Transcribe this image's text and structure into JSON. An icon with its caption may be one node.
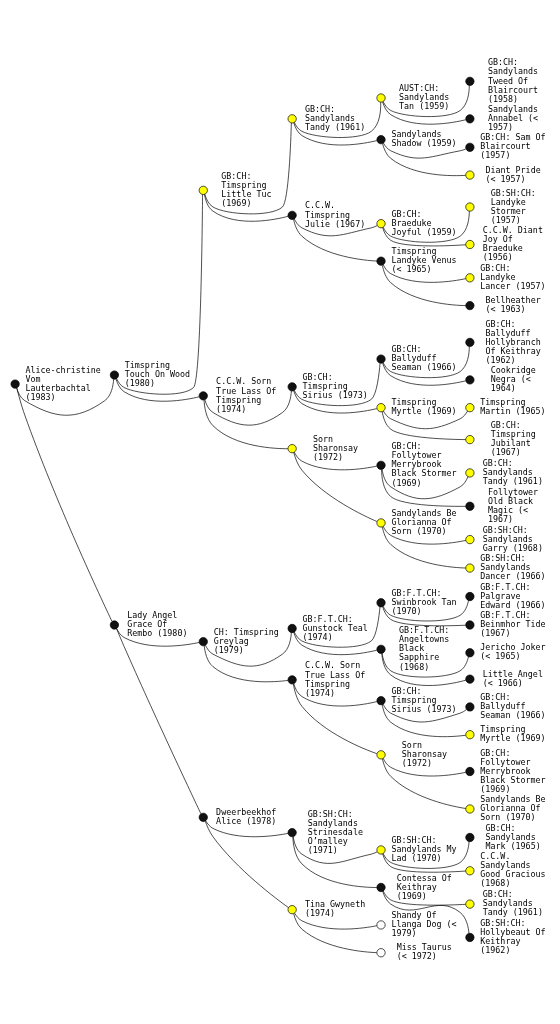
{
  "diagram": {
    "nodes": [
      {
        "text": [],
        "shape": "circle",
        "beside": [
          "GB:CH: Sandylands Tweed Of Blaircourt (1958)"
        ]
      },
      {
        "text": [],
        "shape": "circle",
        "beside": [
          "AUST:CH: Sandylands Tan (1959)"
        ]
      },
      {
        "text": [],
        "shape": "circle",
        "beside": [
          "Sandylands Annabel (< 1957)"
        ]
      },
      {
        "text": [],
        "shape": "circle",
        "beside": [
          "GB:CH: Sandylands Tandy (1961)"
        ]
      },
      {
        "text": [],
        "shape": "circle",
        "beside": [
          "GB:CH: Sam Of Blaircourt (1957)"
        ]
      },
      {
        "text": [],
        "shape": "circle",
        "beside": [
          "Sandylands Shadow (1959)"
        ]
      },
      {
        "text": [],
        "shape": "circle",
        "beside": [
          "Diant Pride (< 1957)"
        ]
      },
      {
        "text": [],
        "shape": "circle",
        "beside": [
          "GB:CH: Timspring Little Tuc (1969)"
        ]
      },
      {
        "text": [],
        "shape": "circle",
        "beside": [
          "GB:SH:CH: Landyke Stormer (1957)"
        ]
      },
      {
        "text": [],
        "shape": "circle",
        "beside": [
          "GB:CH: Braeduke Joyful (1959)"
        ]
      },
      {
        "text": [],
        "shape": "circle",
        "beside": [
          "C.C.W. Diant Joy Of Braeduke (1956)"
        ]
      },
      {
        "text": [],
        "shape": "circle",
        "beside": [
          "C.C.W. Timspring Julie (1967)"
        ]
      },
      {
        "text": [],
        "shape": "circle",
        "beside": [
          "GB:CH: Landyke Lancer (1957)"
        ]
      },
      {
        "text": [],
        "shape": "circle",
        "beside": [
          "Timspring Landyke Venus (< 1965)"
        ]
      },
      {
        "text": [],
        "shape": "circle",
        "beside": [
          "Bellheather (< 1963)"
        ]
      },
      {
        "text": [],
        "shape": "circle",
        "beside": [
          "Timspring Touch On Wood (1980)"
        ]
      },
      {
        "text": [],
        "shape": "circle",
        "beside": [
          "GB:CH: Ballyduff Hollybranch Of Keithray (1962)"
        ]
      },
      {
        "text": [],
        "shape": "circle",
        "beside": [
          "GB:CH: Ballyduff Seaman (1966)"
        ]
      },
      {
        "text": [],
        "shape": "circle",
        "beside": [
          "Cookridge Negra (< 1964)"
        ]
      },
      {
        "text": [],
        "shape": "circle",
        "beside": [
          "GB:CH: Timspring Sirius (1973)"
        ]
      },
      {
        "text": [],
        "shape": "circle",
        "beside": [
          "Timspring Martin (1965)"
        ]
      },
      {
        "text": [],
        "shape": "circle",
        "beside": [
          "Timspring Myrtle (1969)"
        ]
      },
      {
        "text": [],
        "shape": "circle",
        "beside": [
          "GB:CH: Timspring Jubilant (1967)"
        ]
      },
      {
        "text": [],
        "shape": "circle",
        "beside": [
          "C.C.W. Sorn True Lass Of Timspring (1974)"
        ]
      },
      {
        "text": [],
        "shape": "circle",
        "beside": [
          "GB:CH: Sandylands Tandy (1961)"
        ]
      },
      {
        "text": [],
        "shape": "circle",
        "beside": [
          "GB:CH: Follytower Merrybrook Black Stormer (1969)"
        ]
      },
      {
        "text": [],
        "shape": "circle",
        "beside": [
          "Follytower Old Black Magic (< 1967)"
        ]
      },
      {
        "text": [],
        "shape": "circle",
        "beside": [
          "Sorn Sharonsay (1972)"
        ]
      },
      {
        "text": [],
        "shape": "circle",
        "beside": [
          "GB:SH:CH: Sandylands Garry (1968)"
        ]
      },
      {
        "text": [],
        "shape": "circle",
        "beside": [
          "Sandylands Be Glorianna Of Sorn (1970)"
        ]
      },
      {
        "text": [],
        "shape": "circle",
        "beside": [
          "GB:SH:CH: Sandylands Dancer (1966)"
        ]
      },
      {
        "text": [],
        "shape": "circle",
        "beside": [
          "Alice-christine Vom Lauterbachtal (1983)"
        ]
      },
      {
        "text": [],
        "shape": "circle",
        "beside": [
          "GB:F.T.CH: Palgrave Edward (1966)"
        ]
      },
      {
        "text": [],
        "shape": "circle",
        "beside": [
          "GB:F.T.CH: Swinbrook Tan (1970)"
        ]
      },
      {
        "text": [],
        "shape": "circle",
        "beside": [
          "GB:F.T.CH: Beinmhor Tide (1967)"
        ]
      },
      {
        "text": [],
        "shape": "circle",
        "beside": [
          "GB:F.T.CH: Gunstock Teal (1974)"
        ]
      },
      {
        "text": [],
        "shape": "circle",
        "beside": [
          "Jericho Joker (< 1965)"
        ]
      },
      {
        "text": [],
        "shape": "circle",
        "beside": [
          "GB:F.T.CH: Angeltowns Black Sapphire (1968)"
        ]
      },
      {
        "text": [],
        "shape": "circle",
        "beside": [
          "Little Angel (< 1966)"
        ]
      },
      {
        "text": [],
        "shape": "circle",
        "beside": [
          "CH: Timspring Greylag (1979)"
        ]
      },
      {
        "text": [],
        "shape": "circle",
        "beside": [
          "GB:CH: Ballyduff Seaman (1966)"
        ]
      },
      {
        "text": [],
        "shape": "circle",
        "beside": [
          "GB:CH: Timspring Sirius (1973)"
        ]
      },
      {
        "text": [],
        "shape": "circle",
        "beside": [
          "Timspring Myrtle (1969)"
        ]
      },
      {
        "text": [],
        "shape": "circle",
        "beside": [
          "C.C.W. Sorn True Lass Of Timspring (1974)"
        ]
      },
      {
        "text": [],
        "shape": "circle",
        "beside": [
          "GB:CH: Follytower Merrybrook Black Stormer (1969)"
        ]
      },
      {
        "text": [],
        "shape": "circle",
        "beside": [
          "Sorn Sharonsay (1972)"
        ]
      },
      {
        "text": [],
        "shape": "circle",
        "beside": [
          "Sandylands Be Glorianna Of Sorn (1970)"
        ]
      },
      {
        "text": [],
        "shape": "circle",
        "beside": [
          "Lady Angel Grace Of Rembo (1980)"
        ]
      },
      {
        "text": [],
        "shape": "circle",
        "beside": [
          "GB:CH: Sandylands Mark (1965)"
        ]
      },
      {
        "text": [],
        "shape": "circle",
        "beside": [
          "GB:SH:CH: Sandylands My Lad (1970)"
        ]
      },
      {
        "text": [],
        "shape": "circle",
        "beside": [
          "C.C.W. Sandylands Good Gracious (1968)"
        ]
      },
      {
        "text": [],
        "shape": "circle",
        "beside": [
          "GB:SH:CH: Sandylands Strinesdale O’malley (1971)"
        ]
      },
      {
        "text": [],
        "shape": "circle",
        "beside": [
          "GB:CH: Sandylands Tandy (1961)"
        ]
      },
      {
        "text": [],
        "shape": "circle",
        "beside": [
          "Contessa Of Keithray (1969)"
        ]
      },
      {
        "text": [],
        "shape": "circle",
        "beside": [
          "GB:SH:CH: Hollybeaut Of Keithray (1962)"
        ]
      },
      {
        "text": [],
        "shape": "circle",
        "beside": [
          "Dweerbeekhof Alice (1978)"
        ]
      },
      {
        "text": [],
        "shape": "circle",
        "beside": [
          "Shandy Of Llanga Dog (< 1979)"
        ]
      },
      {
        "text": [],
        "shape": "circle",
        "beside": [
          "Tina Gwyneth (1974)"
        ]
      },
      {
        "text": [],
        "shape": "circle",
        "beside": [
          "Miss Taurus (< 1972)"
        ]
      }
    ],
    "edges": [
      {
        "from": 31,
        "to": 15,
        "arrow": "none"
      },
      {
        "from": 31,
        "to": 47,
        "arrow": "none"
      },
      {
        "from": 15,
        "to": 7,
        "arrow": "none"
      },
      {
        "from": 15,
        "to": 23,
        "arrow": "none"
      },
      {
        "from": 7,
        "to": 3,
        "arrow": "none"
      },
      {
        "from": 7,
        "to": 11,
        "arrow": "none"
      },
      {
        "from": 3,
        "to": 1,
        "arrow": "none"
      },
      {
        "from": 3,
        "to": 5,
        "arrow": "none"
      },
      {
        "from": 1,
        "to": 0,
        "arrow": "none"
      },
      {
        "from": 1,
        "to": 2,
        "arrow": "none"
      },
      {
        "from": 5,
        "to": 4,
        "arrow": "none"
      },
      {
        "from": 5,
        "to": 6,
        "arrow": "none"
      },
      {
        "from": 11,
        "to": 9,
        "arrow": "none"
      },
      {
        "from": 11,
        "to": 13,
        "arrow": "none"
      },
      {
        "from": 9,
        "to": 8,
        "arrow": "none"
      },
      {
        "from": 9,
        "to": 10,
        "arrow": "none"
      },
      {
        "from": 13,
        "to": 12,
        "arrow": "none"
      },
      {
        "from": 13,
        "to": 14,
        "arrow": "none"
      },
      {
        "from": 23,
        "to": 19,
        "arrow": "none"
      },
      {
        "from": 23,
        "to": 27,
        "arrow": "none"
      },
      {
        "from": 19,
        "to": 17,
        "arrow": "none"
      },
      {
        "from": 19,
        "to": 21,
        "arrow": "none"
      },
      {
        "from": 17,
        "to": 16,
        "arrow": "none"
      },
      {
        "from": 17,
        "to": 18,
        "arrow": "none"
      },
      {
        "from": 21,
        "to": 20,
        "arrow": "none"
      },
      {
        "from": 21,
        "to": 22,
        "arrow": "none"
      },
      {
        "from": 27,
        "to": 25,
        "arrow": "none"
      },
      {
        "from": 27,
        "to": 29,
        "arrow": "none"
      },
      {
        "from": 25,
        "to": 24,
        "arrow": "none"
      },
      {
        "from": 25,
        "to": 26,
        "arrow": "none"
      },
      {
        "from": 29,
        "to": 28,
        "arrow": "none"
      },
      {
        "from": 29,
        "to": 30,
        "arrow": "none"
      },
      {
        "from": 47,
        "to": 39,
        "arrow": "none"
      },
      {
        "from": 47,
        "to": 55,
        "arrow": "none"
      },
      {
        "from": 39,
        "to": 35,
        "arrow": "none"
      },
      {
        "from": 39,
        "to": 43,
        "arrow": "none"
      },
      {
        "from": 35,
        "to": 33,
        "arrow": "none"
      },
      {
        "from": 35,
        "to": 37,
        "arrow": "none"
      },
      {
        "from": 33,
        "to": 32,
        "arrow": "none"
      },
      {
        "from": 33,
        "to": 34,
        "arrow": "none"
      },
      {
        "from": 37,
        "to": 36,
        "arrow": "none"
      },
      {
        "from": 37,
        "to": 38,
        "arrow": "none"
      },
      {
        "from": 43,
        "to": 41,
        "arrow": "none"
      },
      {
        "from": 43,
        "to": 45,
        "arrow": "none"
      },
      {
        "from": 41,
        "to": 40,
        "arrow": "none"
      },
      {
        "from": 41,
        "to": 42,
        "arrow": "none"
      },
      {
        "from": 45,
        "to": 44,
        "arrow": "none"
      },
      {
        "from": 45,
        "to": 46,
        "arrow": "none"
      },
      {
        "from": 55,
        "to": 51,
        "arrow": "none"
      },
      {
        "from": 55,
        "to": 57,
        "arrow": "none"
      },
      {
        "from": 51,
        "to": 49,
        "arrow": "none"
      },
      {
        "from": 51,
        "to": 53,
        "arrow": "none"
      },
      {
        "from": 49,
        "to": 48,
        "arrow": "none"
      },
      {
        "from": 49,
        "to": 50,
        "arrow": "none"
      },
      {
        "from": 53,
        "to": 52,
        "arrow": "none"
      },
      {
        "from": 53,
        "to": 54,
        "arrow": "none"
      },
      {
        "from": 57,
        "to": 56,
        "arrow": "none"
      },
      {
        "from": 57,
        "to": 58,
        "arrow": "none"
      }
    ]
  }
}
